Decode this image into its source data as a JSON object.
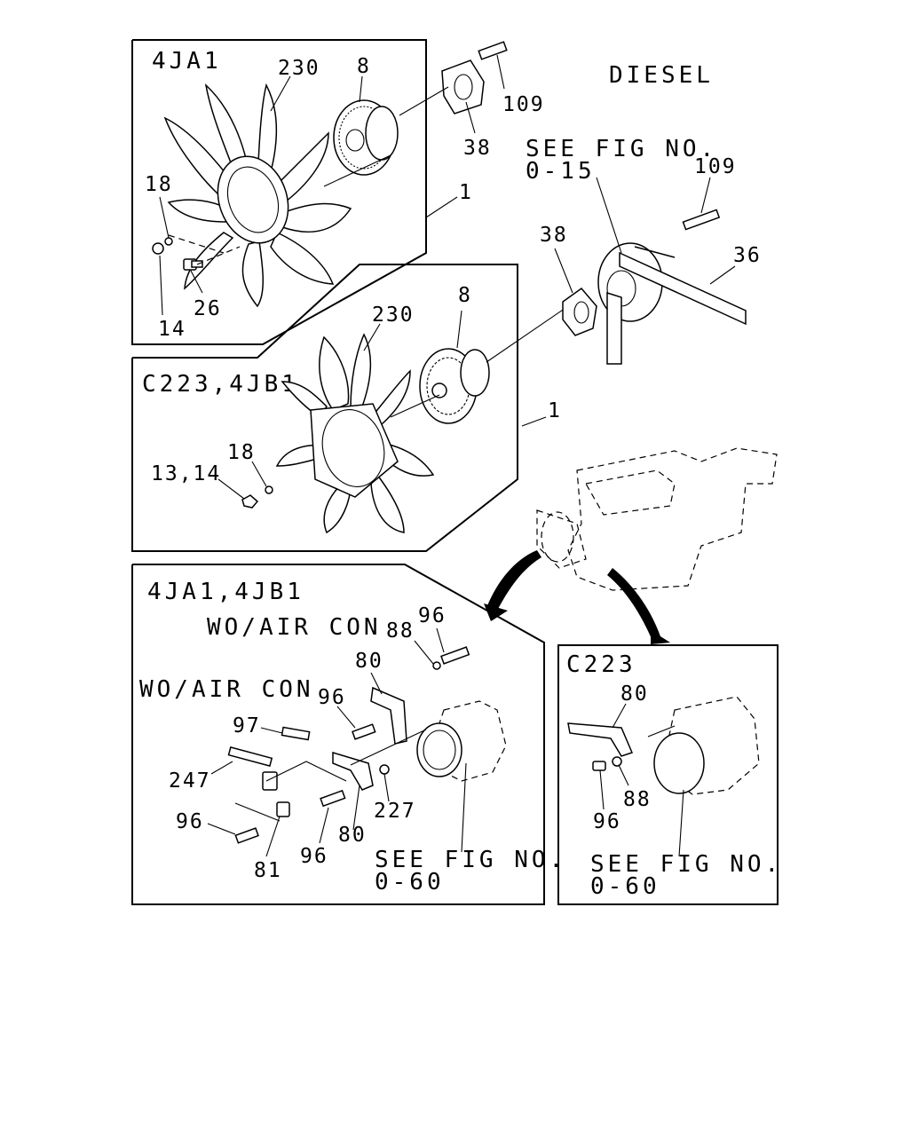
{
  "header": {
    "engine_type": "DIESEL"
  },
  "panels": {
    "p1": {
      "title": "4JA1"
    },
    "p2": {
      "title": "C223,4JB1"
    },
    "p3": {
      "title": "4JA1,4JB1",
      "subtitle_a": "WO/AIR CON",
      "subtitle_b": "WO/AIR CON"
    },
    "p4": {
      "title": "C223"
    }
  },
  "refs": {
    "fig_015_a": "SEE FIG NO.",
    "fig_015_b": "0-15",
    "fig_060_a": "SEE FIG NO.",
    "fig_060_b": "0-60",
    "fig_060_c": "SEE FIG NO.",
    "fig_060_d": "0-60"
  },
  "callouts": {
    "c230a": "230",
    "c8a": "8",
    "c109a": "109",
    "c38a": "38",
    "c18a": "18",
    "c1a": "1",
    "c14a": "14",
    "c26a": "26",
    "c109b": "109",
    "c38b": "38",
    "c36": "36",
    "c230b": "230",
    "c8b": "8",
    "c1b": "1",
    "c18b": "18",
    "c1314": "13,14",
    "c96a": "96",
    "c88a": "88",
    "c80a": "80",
    "c96b": "96",
    "c97": "97",
    "c247": "247",
    "c96c": "96",
    "c81": "81",
    "c96d": "96",
    "c80b": "80",
    "c227": "227",
    "c80c": "80",
    "c96e": "96",
    "c88b": "88"
  }
}
